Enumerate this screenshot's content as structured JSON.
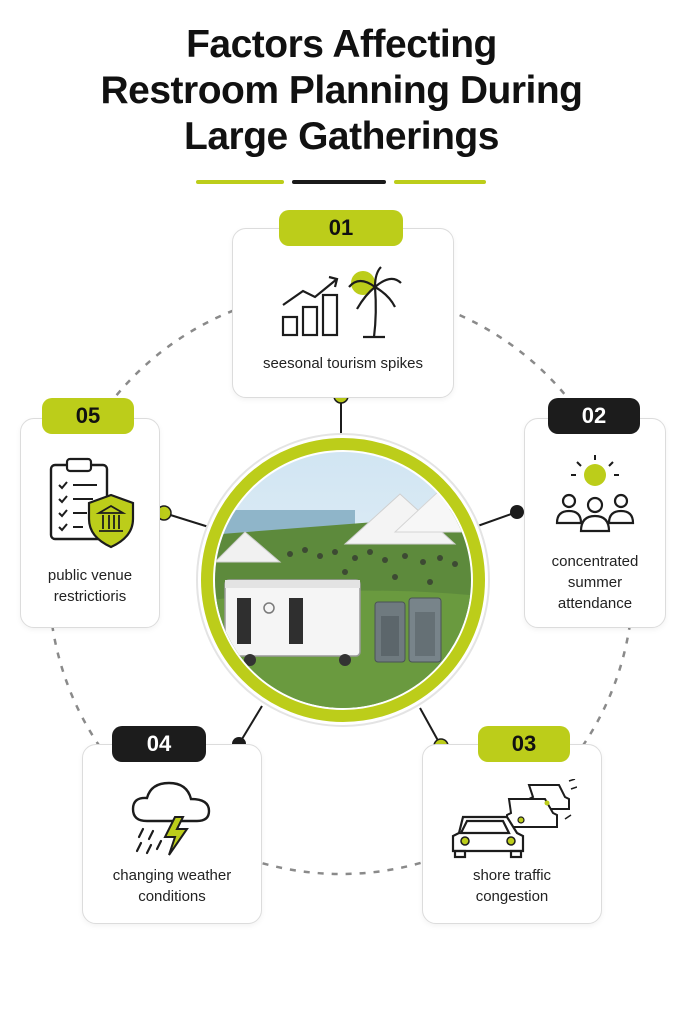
{
  "title": {
    "line1": "Factors Affecting",
    "line2": "Restroom Planning During",
    "line3": "Large Gatherings"
  },
  "colors": {
    "accent": "#bccd1a",
    "dark": "#1c1c1c",
    "text": "#222222"
  },
  "factors": [
    {
      "number": "01",
      "label": "seesonal tourism spikes",
      "icon": "growth-chart-palm-tree-icon"
    },
    {
      "number": "02",
      "label_lines": [
        "concentrated",
        "summer",
        "attendance"
      ],
      "icon": "sun-crowd-icon"
    },
    {
      "number": "03",
      "label_lines": [
        "shore traffic",
        "congestion"
      ],
      "icon": "cars-traffic-icon"
    },
    {
      "number": "04",
      "label_lines": [
        "changing weather",
        "conditions"
      ],
      "icon": "storm-cloud-icon"
    },
    {
      "number": "05",
      "label_lines": [
        "public venue",
        "restrictioris"
      ],
      "icon": "clipboard-shield-icon"
    }
  ],
  "center_image": "outdoor-event-restroom-trailer-illustration"
}
